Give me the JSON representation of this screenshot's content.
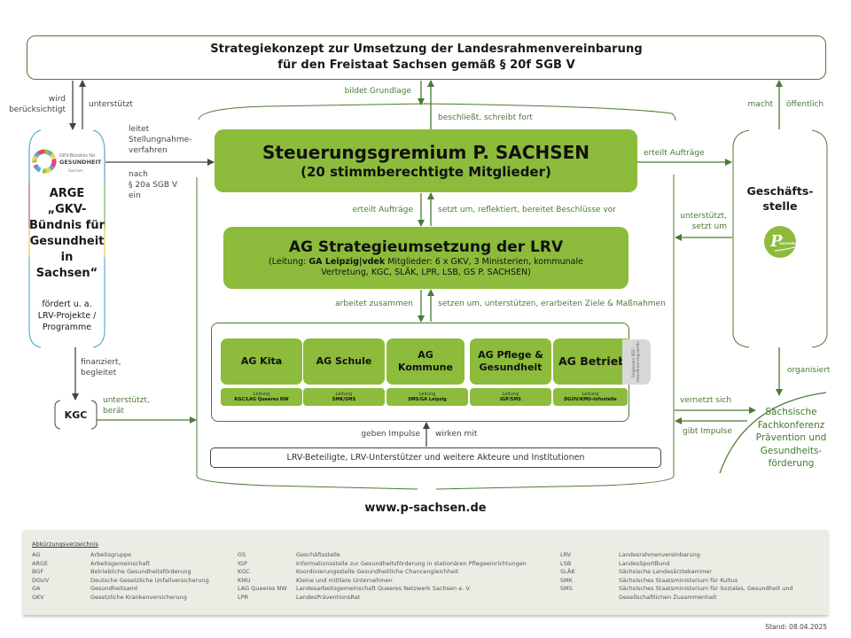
{
  "header": {
    "line1": "Strategiekonzept zur Umsetzung der Landesrahmenvereinbarung",
    "line2": "für den Freistaat Sachsen gemäß § 20f SGB V"
  },
  "labels": {
    "wird": "wird",
    "beruecksichtigt": "berücksichtigt",
    "unterstuetzt_top": "unterstützt",
    "bildet_grundlage": "bildet Grundlage",
    "beschliesst": "beschließt, schreibt fort",
    "macht": "macht",
    "oeffentlich": "öffentlich",
    "leitet_lines": [
      "leitet",
      "Stellungnahme-",
      "verfahren"
    ],
    "nach_lines": [
      "nach",
      "§ 20a SGB V",
      "ein"
    ],
    "erteilt_auftraege_right": "erteilt Aufträge",
    "erteilt_auftraege_down": "erteilt Aufträge",
    "setzt_um_reflektiert": "setzt um, reflektiert, bereitet Beschlüsse vor",
    "unterstuetzt_setzt_um": [
      "unterstützt,",
      "setzt um"
    ],
    "arbeitet_zusammen": "arbeitet zusammen",
    "setzen_um": "setzen um, unterstützen, erarbeiten Ziele & Maßnahmen",
    "finanziert": [
      "finanziert,",
      "begleitet"
    ],
    "kgc_unterstuetzt": [
      "unterstützt,",
      "berät"
    ],
    "organisiert": "organisiert",
    "vernetzt_sich": "vernetzt sich",
    "gibt_impulse": "gibt Impulse",
    "geben_impulse": "geben Impulse",
    "wirken_mit": "wirken mit"
  },
  "steering": {
    "title": "Steuerungsgremium P. SACHSEN",
    "subtitle": "(20 stimmberechtigte Mitglieder)"
  },
  "ag_strategy": {
    "title": "AG Strategieumsetzung der LRV",
    "lead_prefix": "(Leitung: ",
    "lead_bold": "GA Leipzig|vdek",
    "members_line1": " Mitglieder: 6 x GKV, 3 Ministerien, kommunale",
    "members_line2": "Vertretung, KGC, SLÄK, LPR, LSB, GS P. SACHSEN)"
  },
  "working_groups": [
    {
      "name": "AG Kita",
      "lead_label": "Leitung",
      "lead": "KGC/LAG Queeres NW"
    },
    {
      "name": "AG Schule",
      "lead_label": "Leitung",
      "lead": "SMK/SMS"
    },
    {
      "name": "AG Kommune",
      "lead_label": "Leitung",
      "lead": "SMS/GA Leipzig"
    },
    {
      "name": "AG Pflege & Gesundheit",
      "lead_label": "Leitung",
      "lead": "IGP/SMS"
    },
    {
      "name": "AG Betrieb",
      "lead_label": "Leitung",
      "lead": "DGUV/KMU-Infostelle"
    }
  ],
  "bgf_tab": "Regionale BGF-Koordinierungsstelle",
  "actors": "LRV-Beteiligte, LRV-Unterstützer und weitere Akteure und Institutionen",
  "arge": {
    "logo_line1": "GKV-Bündnis für",
    "logo_line2": "GESUNDHEIT",
    "logo_line3": "Sachsen",
    "title_lines": [
      "ARGE",
      "„GKV-",
      "Bündnis für",
      "Gesundheit",
      "in",
      "Sachsen“"
    ],
    "sub_lines": [
      "fördert u. a.",
      "LRV-Projekte /",
      "Programme"
    ]
  },
  "kgc": "KGC",
  "geschaeftsstelle": {
    "title_lines": [
      "Geschäfts-",
      "stelle"
    ],
    "logo_text": "SACHSEN"
  },
  "fachkonferenz": [
    "Sächsische",
    "Fachkonferenz",
    "Prävention und",
    "Gesundheits-",
    "förderung"
  ],
  "url": "www.p-sachsen.de",
  "abbreviations": {
    "title": "Abkürzungsverzeichnis",
    "columns": [
      [
        {
          "k": "AG",
          "v": "Arbeitsgruppe"
        },
        {
          "k": "ARGE",
          "v": "Arbeitsgemeinschaft"
        },
        {
          "k": "BGF",
          "v": "Betriebliche Gesundheitsförderung"
        },
        {
          "k": "DGUV",
          "v": "Deutsche Gesetzliche Unfallversicherung"
        },
        {
          "k": "GA",
          "v": "Gesundheitsamt"
        },
        {
          "k": "GKV",
          "v": "Gesetzliche Krankenversicherung"
        }
      ],
      [
        {
          "k": "GS",
          "v": "Geschäftsstelle"
        },
        {
          "k": "IGP",
          "v": "Informationsstelle zur Gesundheitsförderung in stationären Pflegeeinrichtungen"
        },
        {
          "k": "KGC",
          "v": "Koordinierungsstelle Gesundheitliche Chancengleichheit"
        },
        {
          "k": "KMU",
          "v": "Kleine und mittlere Unternehmen"
        },
        {
          "k": "LAG Queeres NW",
          "v": "Landesarbeitsgemeinschaft Queeres Netzwerk Sachsen e. V."
        },
        {
          "k": "LPR",
          "v": "LandesPräventionsRat"
        }
      ],
      [
        {
          "k": "LRV",
          "v": "Landesrahmenvereinbarung"
        },
        {
          "k": "LSB",
          "v": "LandesSportBund"
        },
        {
          "k": "SLÄK",
          "v": "Sächsische Landesärztekammer"
        },
        {
          "k": "SMK",
          "v": "Sächsisches Staatsministerium für Kultus"
        },
        {
          "k": "SMS",
          "v": "Sächsisches Staatsministerium für Soziales, Gesundheit und"
        },
        {
          "k": "",
          "v": "Gesellschaftlichen Zusammenhalt"
        }
      ]
    ]
  },
  "stand": "Stand: 08.04.2025",
  "colors": {
    "green_fill": "#8dbb3c",
    "line_green": "#4a7a35",
    "text_green": "#3f7a2a",
    "gray_tab": "#d8d8d8",
    "abbr_bg": "#ecebe4"
  }
}
